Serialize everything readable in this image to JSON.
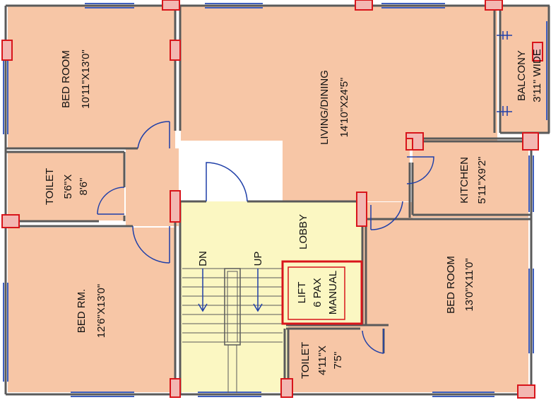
{
  "colors": {
    "room_fill": "#f7c6a6",
    "lobby_fill": "#fbf7c2",
    "wall": "#5a5a5a",
    "column_fill": "#f3b7b2",
    "column_stroke": "#d8151b",
    "window": "#3f5fbe",
    "door_swing": "#1f3fa8",
    "lift_outline": "#d8151b"
  },
  "rooms": {
    "bed_room_nw": {
      "name": "BED ROOM",
      "size": "10'11\"X13'0\""
    },
    "living_dining": {
      "name": "LIVING/DINING",
      "size": "14'10\"X24'5\""
    },
    "balcony": {
      "name": "BALCONY",
      "size": "3'11\" WIDE"
    },
    "toilet_w": {
      "name": "TOILET",
      "line2": "5'6\"X",
      "line3": "8'6\""
    },
    "kitchen": {
      "name": "KITCHEN",
      "size": "5'11\"X9'2\""
    },
    "lobby": {
      "name": "LOBBY"
    },
    "bed_rm_sw": {
      "name": "BED RM.",
      "size": "12'6\"X13'0\""
    },
    "bed_room_se": {
      "name": "BED ROOM",
      "size": "13'0\"X11'0\""
    },
    "lift": {
      "line1": "LIFT",
      "line2": "6 PAX",
      "line3": "MANUAL"
    },
    "toilet_s": {
      "name": "TOILET",
      "line2": "4'11\"X",
      "line3": "7'5\""
    }
  },
  "stairs": {
    "down_label": "DN",
    "up_label": "UP"
  }
}
